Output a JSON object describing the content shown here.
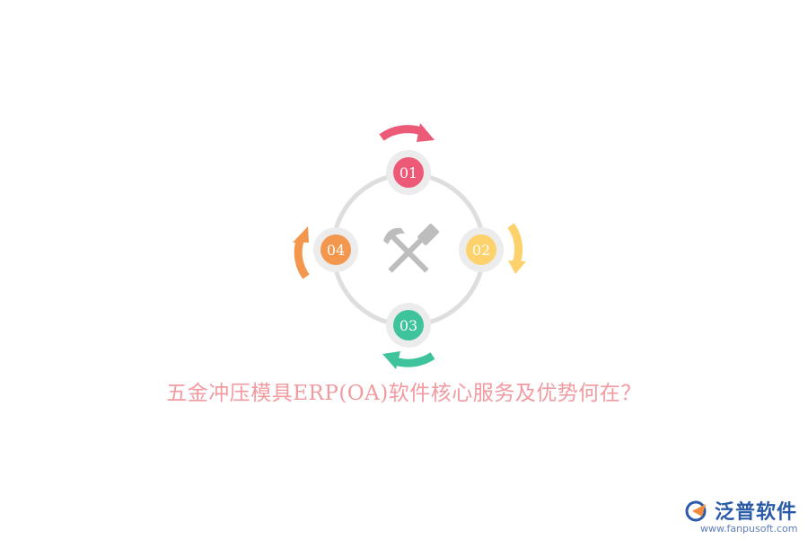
{
  "diagram": {
    "center_icon": "hammer-and-pick-icon",
    "nodes": [
      {
        "label": "01",
        "color": "#ec5a78"
      },
      {
        "label": "02",
        "color": "#fdd16b"
      },
      {
        "label": "03",
        "color": "#3fc39d"
      },
      {
        "label": "04",
        "color": "#f3974f"
      }
    ],
    "ring_color": "#dedede",
    "halo_color": "#ececec",
    "icon_color": "#bdbdbd"
  },
  "title": "五金冲压模具ERP(OA)软件核心服务及优势何在？",
  "title_color": "#f19aa0",
  "logo": {
    "name": "泛普软件",
    "url": "www.fanpusoft.com",
    "icon": "fanpu-logo-icon",
    "color": "#2a5aa8"
  }
}
